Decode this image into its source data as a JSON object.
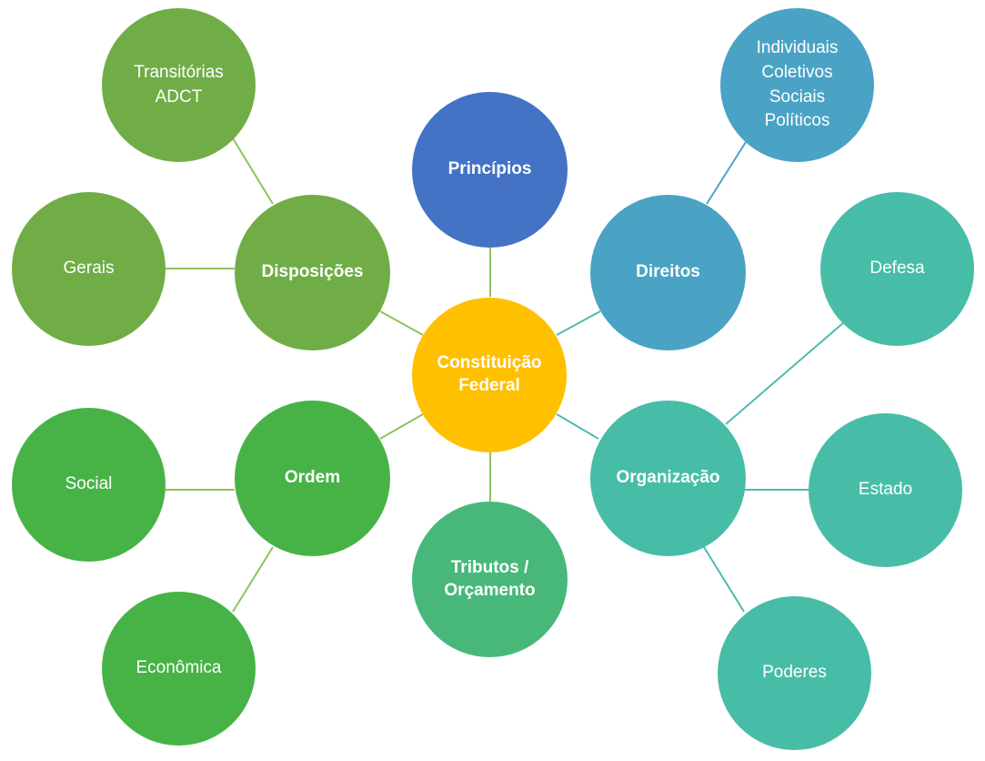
{
  "colors": {
    "center": "#FFC000",
    "principios": "#4472C4",
    "direitos": "#4AA3C4",
    "disposicoes": "#70AD47",
    "ordem": "#47B347",
    "tributos": "#47B87A",
    "organizacao": "#47BDA8",
    "link_green": "#8DC45C",
    "link_teal": "#4DBBB0",
    "link_blue": "#4AA3C4"
  },
  "nodes": {
    "center": {
      "lines": [
        "Constituição",
        "Federal"
      ]
    },
    "principios": {
      "lines": [
        "Princípios"
      ]
    },
    "direitos": {
      "lines": [
        "Direitos"
      ]
    },
    "direitos_tipos": {
      "lines": [
        "Individuais",
        "Coletivos",
        "Sociais",
        "Políticos"
      ]
    },
    "disposicoes": {
      "lines": [
        "Disposições"
      ]
    },
    "transitorias": {
      "lines": [
        "Transitórias",
        "ADCT"
      ]
    },
    "gerais": {
      "lines": [
        "Gerais"
      ]
    },
    "ordem": {
      "lines": [
        "Ordem"
      ]
    },
    "social": {
      "lines": [
        "Social"
      ]
    },
    "economica": {
      "lines": [
        "Econômica"
      ]
    },
    "tributos": {
      "lines": [
        "Tributos /",
        "Orçamento"
      ]
    },
    "organizacao": {
      "lines": [
        "Organização"
      ]
    },
    "defesa": {
      "lines": [
        "Defesa"
      ]
    },
    "estado": {
      "lines": [
        "Estado"
      ]
    },
    "poderes": {
      "lines": [
        "Poderes"
      ]
    }
  }
}
